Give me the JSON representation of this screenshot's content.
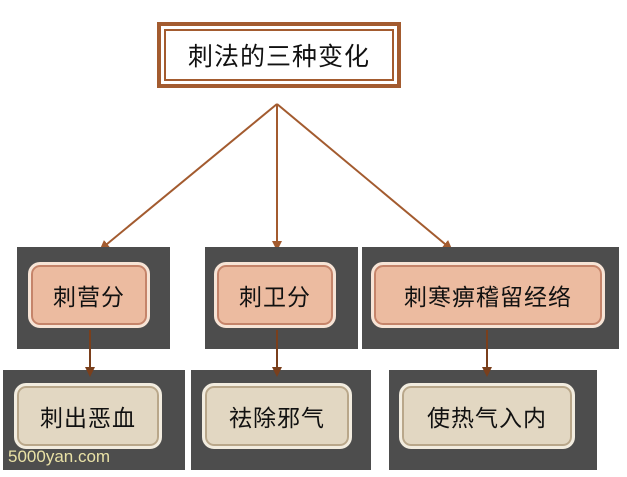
{
  "title": "刺法的三种变化",
  "branches": [
    {
      "label": "刺营分",
      "child": "刺出恶血"
    },
    {
      "label": "刺卫分",
      "child": "祛除邪气"
    },
    {
      "label": "刺寒痹稽留经络",
      "child": "使热气入内"
    }
  ],
  "watermark": "5000yan.com",
  "colors": {
    "connector": "#a35b2f",
    "panel": "#4d4d4d",
    "level1_fill": "#ecbba0",
    "level2_fill": "#e2d7c2"
  }
}
